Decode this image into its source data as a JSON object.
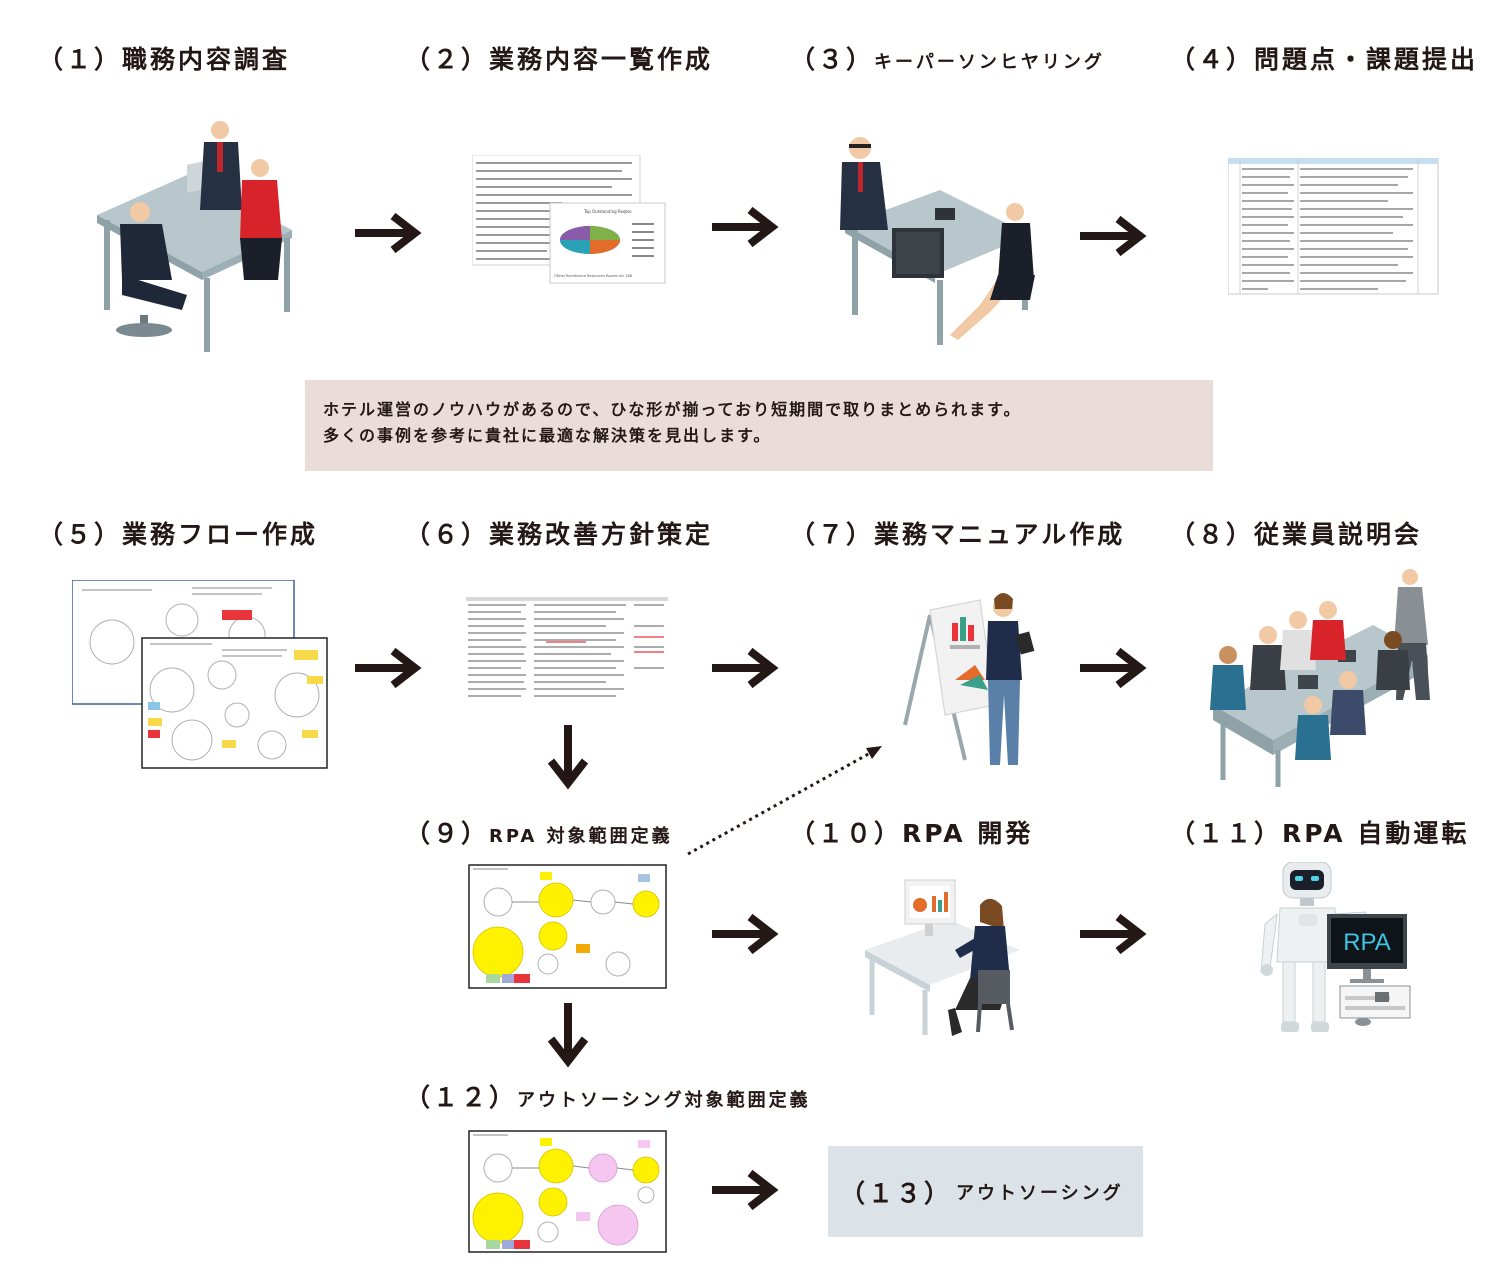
{
  "steps": [
    {
      "num": "（１）",
      "title": "職務内容調査"
    },
    {
      "num": "（２）",
      "title": "業務内容一覧作成"
    },
    {
      "num": "（３）",
      "title": "キーパーソンヒヤリング"
    },
    {
      "num": "（４）",
      "title": "問題点・課題提出"
    },
    {
      "num": "（５）",
      "title": "業務フロー作成"
    },
    {
      "num": "（６）",
      "title": "業務改善方針策定"
    },
    {
      "num": "（７）",
      "title": "業務マニュアル作成"
    },
    {
      "num": "（８）",
      "title": "従業員説明会"
    },
    {
      "num": "（９）",
      "title": "RPA 対象範囲定義"
    },
    {
      "num": "（１０）",
      "title": "RPA 開発"
    },
    {
      "num": "（１１）",
      "title": "RPA 自動運転"
    },
    {
      "num": "（１２）",
      "title": "アウトソーシング対象範囲定義"
    },
    {
      "num": "（１３）",
      "title": "アウトソーシング"
    }
  ],
  "note": {
    "line1": "ホテル運営のノウハウがあるので、ひな形が揃っており短期間で取りまとめられます。",
    "line2": "多くの事例を参考に貴社に最適な解決策を見出します。"
  },
  "thumb_texts": {
    "pie_title": "Top Outstanding Reqtes",
    "pie_caption": "OTotal Remittance Resources Rooms Inc 288",
    "rpa_screen": "RPA"
  },
  "colors": {
    "text": "#231815",
    "note_bg": "#eadcd9",
    "outsource_bg": "#dbe3e8",
    "bubble_yellow": "#fff200",
    "bubble_pink": "#f5c6f0",
    "desk": "#a9b8bf"
  }
}
